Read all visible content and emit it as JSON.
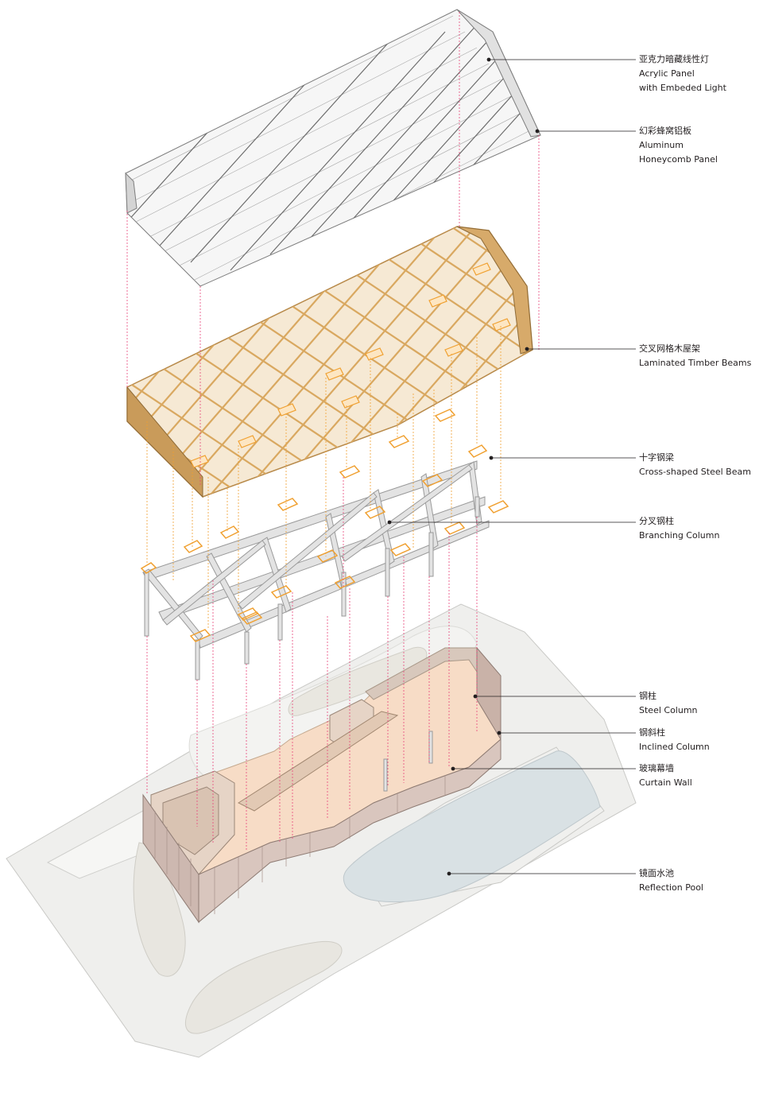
{
  "labels": [
    {
      "zh": "亚克力暗藏线性灯",
      "en": [
        "Acrylic Panel",
        "with Embeded Light"
      ]
    },
    {
      "zh": "幻彩蜂窝铝板",
      "en": [
        "Aluminum",
        "Honeycomb Panel"
      ]
    },
    {
      "zh": "交叉网格木屋架",
      "en": [
        "Laminated Timber Beams"
      ]
    },
    {
      "zh": "十字钢梁",
      "en": [
        "Cross-shaped Steel Beam"
      ]
    },
    {
      "zh": "分叉钢柱",
      "en": [
        "Branching Column"
      ]
    },
    {
      "zh": "钢柱",
      "en": [
        "Steel Column"
      ]
    },
    {
      "zh": "钢斜柱",
      "en": [
        "Inclined Column"
      ]
    },
    {
      "zh": "玻璃幕墙",
      "en": [
        "Curtain Wall"
      ]
    },
    {
      "zh": "镜面水池",
      "en": [
        "Reflection Pool"
      ]
    }
  ],
  "colors": {
    "leader": "#231f20",
    "projection_line": "#e8477a",
    "timber": "#e6c48f",
    "timber_dark": "#b88a4a",
    "connector": "#f0a030",
    "panel": "#f4f4f4",
    "steel": "#cfcfcf",
    "floor": "#f7dcc6",
    "pool": "#d9e1e4",
    "ground": "#eeeeec"
  }
}
